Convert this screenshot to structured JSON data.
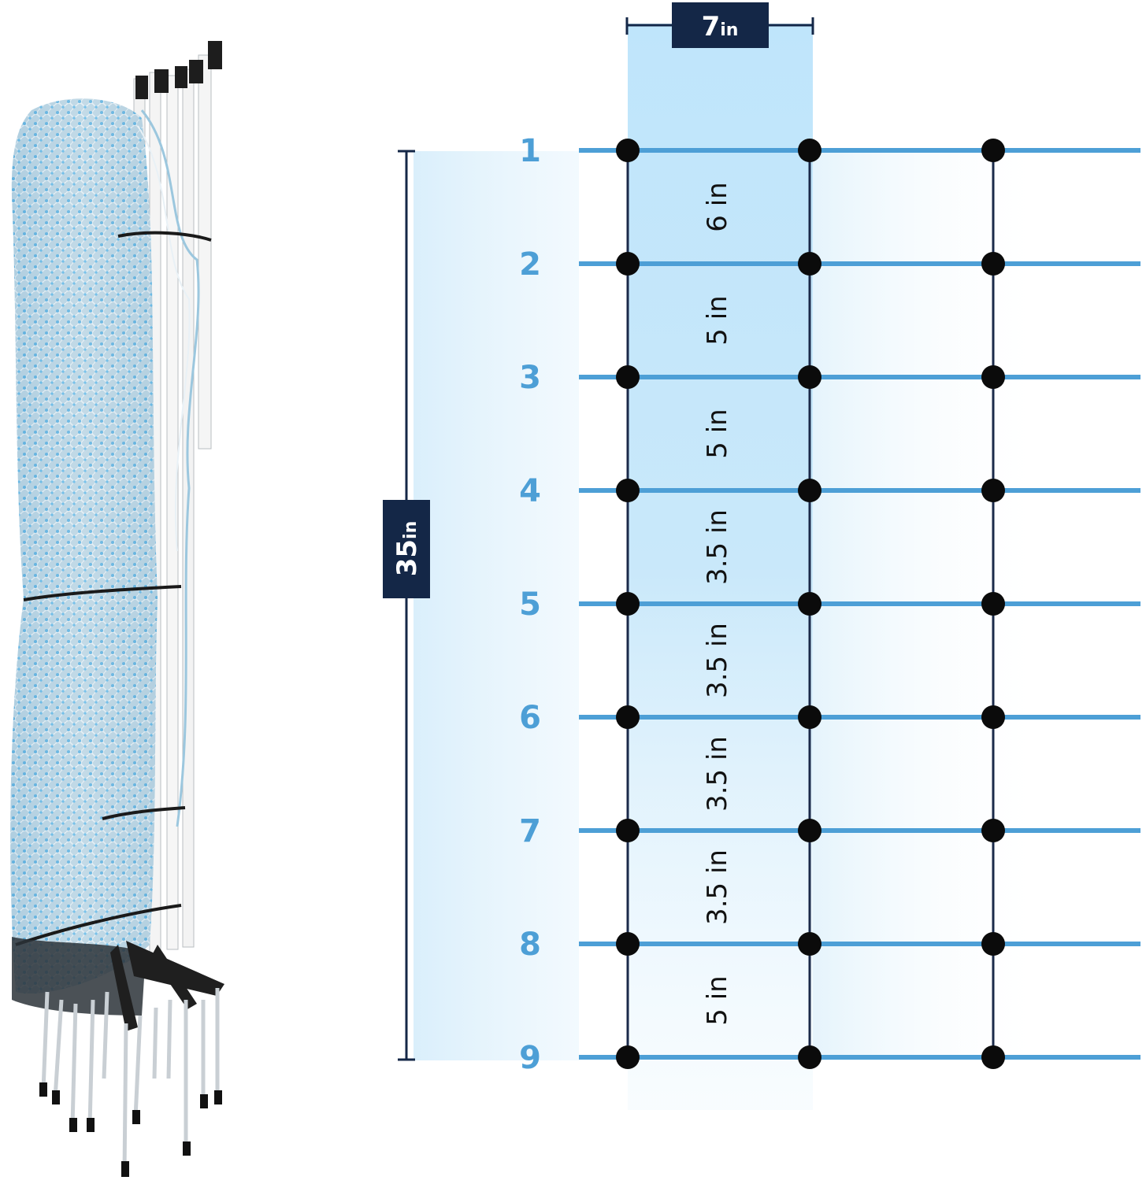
{
  "colors": {
    "strand_blue": "#4d9fd6",
    "post_navy": "#1b2a4a",
    "knot_black": "#0b0b0b",
    "badge_navy": "#142747",
    "row_label_blue": "#4d9fd6",
    "highlight_blue": "#c6e6fa",
    "net_white": "#e8eef3",
    "net_bead_blue": "#3fa6e0",
    "stake_grey": "#c9cfd4"
  },
  "product_image": {
    "description_icon": "rolled-electric-net-fence-icon"
  },
  "width_dimension": {
    "value": "7",
    "unit": "in"
  },
  "height_dimension": {
    "value": "35",
    "unit": "in"
  },
  "strands": [
    {
      "label": "1"
    },
    {
      "label": "2"
    },
    {
      "label": "3"
    },
    {
      "label": "4"
    },
    {
      "label": "5"
    },
    {
      "label": "6"
    },
    {
      "label": "7"
    },
    {
      "label": "8"
    },
    {
      "label": "9"
    }
  ],
  "spacings": [
    "6 in",
    "5 in",
    "5 in",
    "3.5 in",
    "3.5 in",
    "3.5 in",
    "3.5 in",
    "5 in"
  ],
  "vertical_posts": 3
}
